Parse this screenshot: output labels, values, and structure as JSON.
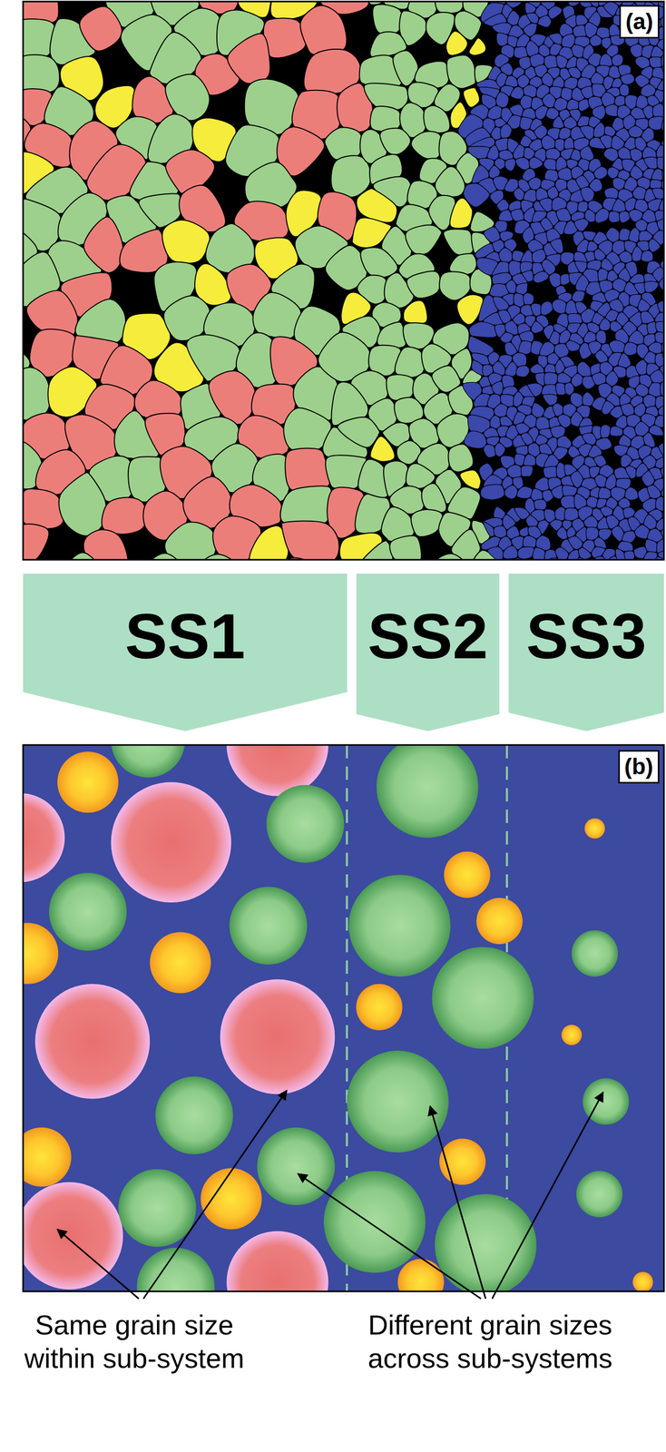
{
  "diagram": {
    "nodes": [
      {
        "text": [
          "(a)"
        ]
      },
      {
        "text": [
          "SS1"
        ]
      },
      {
        "text": [
          "SS2"
        ]
      },
      {
        "text": [
          "SS3"
        ]
      },
      {
        "text": [
          "(b)"
        ]
      }
    ],
    "labels": [
      "Same grain size within sub-system",
      "Different grain sizes across sub-systems"
    ]
  }
}
